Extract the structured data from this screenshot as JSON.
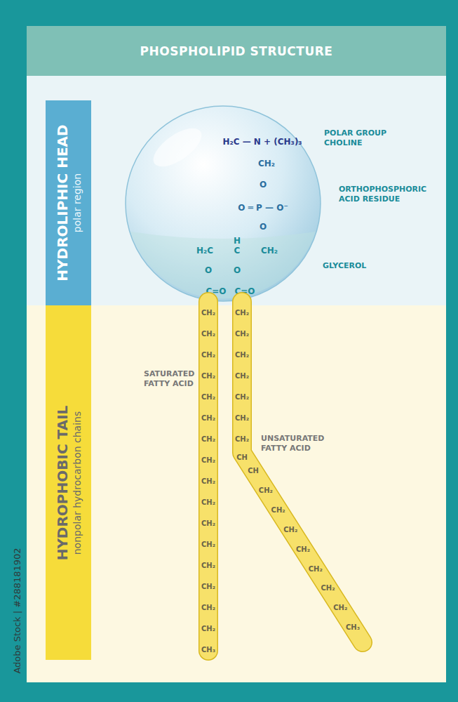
{
  "diagram": {
    "title": "PHOSPHOLIPID STRUCTURE",
    "nodes": [
      {
        "text": [
          "HYDROLIPHIC HEAD",
          "polar region"
        ]
      },
      {
        "text": [
          "HYDROPHOBIC TAIL",
          "nonpolar hydrocarbon chains"
        ]
      },
      {
        "text": [
          "H₂C — N + (CH₃)₃",
          "CH₂",
          "O",
          "O ═ P — O⁻",
          "O",
          "H₂C",
          "H",
          "C",
          "CH₂",
          "O",
          "O",
          "C=O",
          "C=O"
        ]
      },
      {
        "text": [
          "CH₂",
          "CH₂",
          "CH₂",
          "CH₂",
          "CH₂",
          "CH₂",
          "CH₂",
          "CH₂",
          "CH₂",
          "CH₂",
          "CH₂",
          "CH₂",
          "CH₂",
          "CH₂",
          "CH₂",
          "CH₂",
          "CH₃"
        ]
      },
      {
        "text": [
          "CH₂",
          "CH₂",
          "CH₂",
          "CH₂",
          "CH₂",
          "CH₂",
          "CH₂",
          "CH",
          "CH",
          "CH₂",
          "CH₂",
          "CH₂",
          "CH₂",
          "CH₂",
          "CH₂",
          "CH₂",
          "CH₃"
        ]
      }
    ],
    "labels": [
      "POLAR GROUP CHOLINE",
      "ORTHOPHOSPHORIC ACID RESIDUE",
      "GLYCEROL",
      "SATURATED FATTY ACID",
      "UNSATURATED FATTY ACID",
      "Adobe Stock | #288181902"
    ]
  }
}
